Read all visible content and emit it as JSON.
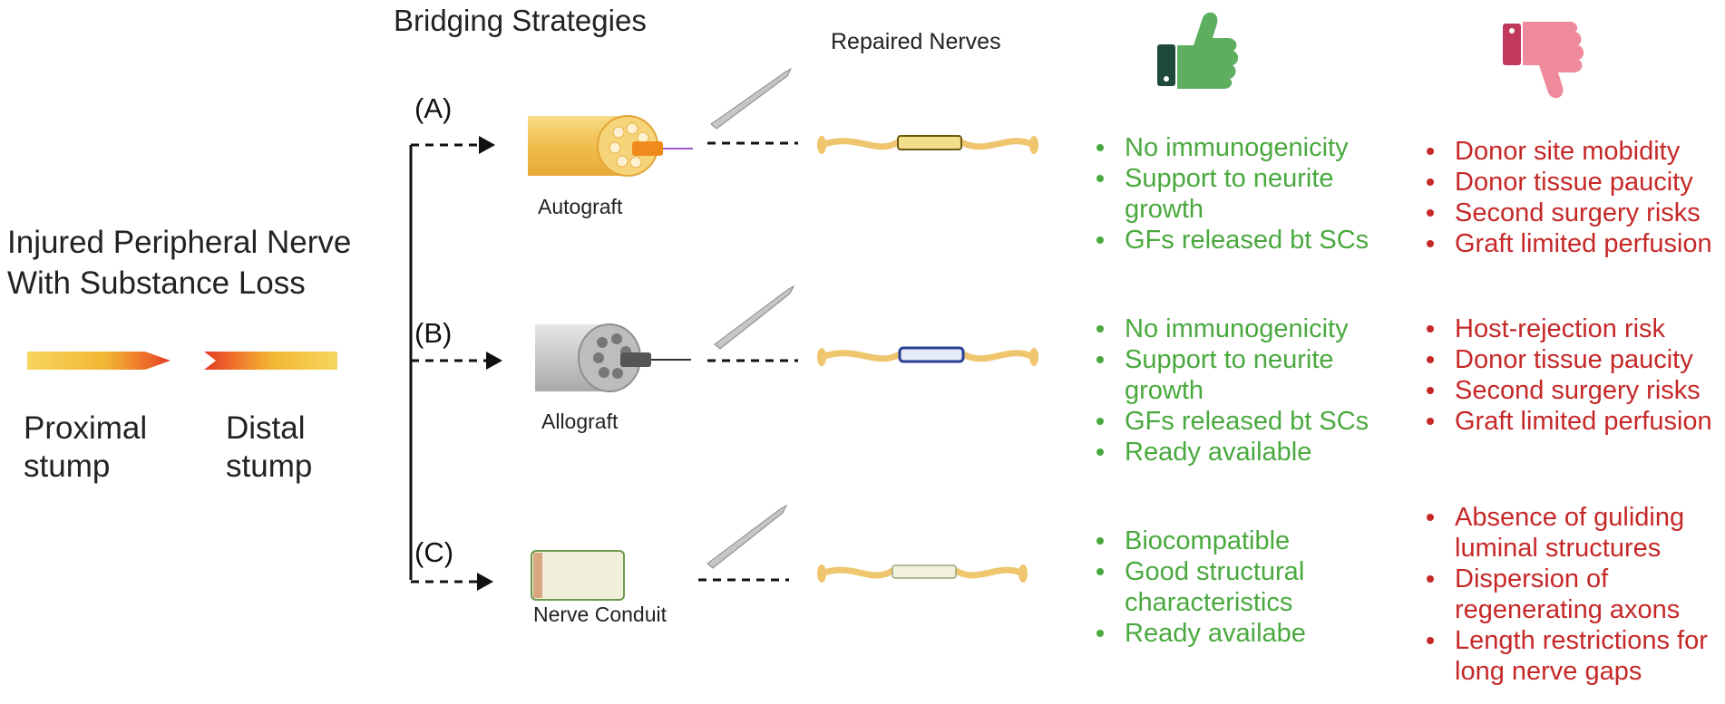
{
  "title": "Bridging Strategies",
  "repaired_title": "Repaired Nerves",
  "injured": {
    "line1": "Injured Peripheral Nerve",
    "line2": "With Substance Loss"
  },
  "stumps": {
    "proximal_1": "Proximal",
    "proximal_2": "stump",
    "distal_1": "Distal",
    "distal_2": "stump"
  },
  "colors": {
    "pro": "#4aa93e",
    "con": "#c62828",
    "nerve": "#f2c35c",
    "thumb_up": "#5dae5f",
    "thumb_down": "#ee8a9c"
  },
  "icons": {
    "pro": "thumbs-up-icon",
    "con": "thumbs-down-icon"
  },
  "strategies": [
    {
      "option": "(A)",
      "graft": "Autograft",
      "pros": [
        "No immunogenicity",
        "Support to neurite growth",
        "GFs released bt SCs"
      ],
      "cons": [
        "Donor site mobidity",
        "Donor tissue paucity",
        "Second surgery risks",
        "Graft limited perfusion"
      ]
    },
    {
      "option": "(B)",
      "graft": "Allograft",
      "pros": [
        "No immunogenicity",
        "Support to neurite growth",
        "GFs released bt SCs",
        "Ready available"
      ],
      "cons": [
        "Host-rejection  risk",
        "Donor tissue paucity",
        "Second surgery risks",
        "Graft limited perfusion"
      ]
    },
    {
      "option": "(C)",
      "graft": "Nerve Conduit",
      "pros": [
        "Biocompatible",
        "Good structural characteristics",
        "Ready availabe"
      ],
      "cons": [
        "Absence of guliding luminal structures",
        "Dispersion of regenerating axons",
        "Length restrictions for long nerve gaps"
      ]
    }
  ]
}
